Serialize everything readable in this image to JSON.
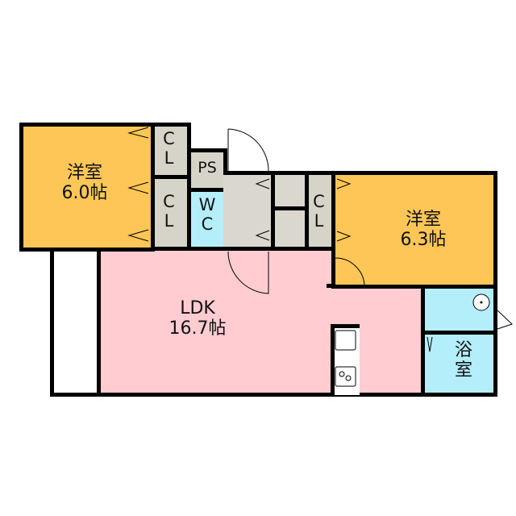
{
  "rooms": {
    "western1": {
      "name": "洋室",
      "size": "6.0帖"
    },
    "western2": {
      "name": "洋室",
      "size": "6.3帖"
    },
    "ldk": {
      "name": "LDK",
      "size": "16.7帖"
    },
    "cl1": {
      "l1": "C",
      "l2": "L"
    },
    "cl2": {
      "l1": "C",
      "l2": "L"
    },
    "cl3": {
      "l1": "C",
      "l2": "L"
    },
    "ps": "PS",
    "wc": {
      "l1": "W",
      "l2": "C"
    },
    "bath": {
      "l1": "浴",
      "l2": "室"
    }
  },
  "colors": {
    "western": "#FDC657",
    "closet": "#D6D3C8",
    "water": "#B3EEFA",
    "ldk": "#FFCCD1"
  }
}
